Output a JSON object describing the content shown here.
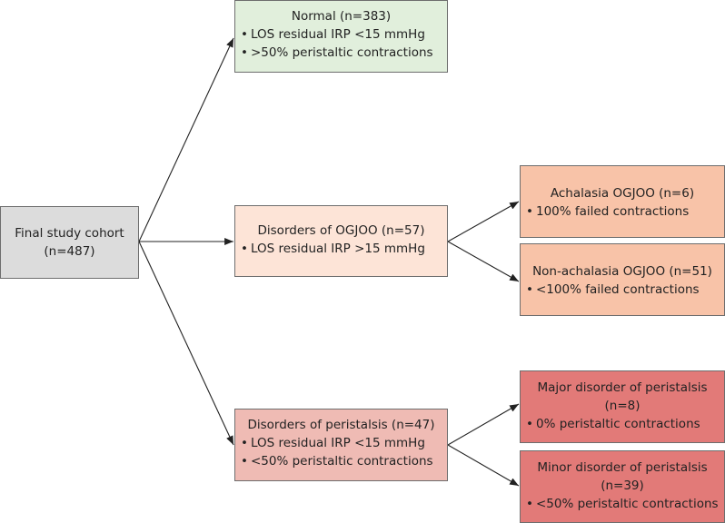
{
  "colors": {
    "grey": "#dcdcdc",
    "green": "#e1efdc",
    "light_peach": "#fde4d7",
    "salmon": "#f8c3a8",
    "pink": "#efbbb4",
    "red": "#e27a78",
    "line": "#222222"
  },
  "nodes": {
    "cohort": {
      "title": "Final study cohort",
      "subtitle": "(n=487)"
    },
    "normal": {
      "title": "Normal (n=383)",
      "bullets": [
        "LOS residual IRP <15 mmHg",
        ">50% peristaltic contractions"
      ]
    },
    "ogjoo": {
      "title": "Disorders of OGJOO (n=57)",
      "bullets": [
        "LOS residual IRP >15 mmHg"
      ]
    },
    "achalasia": {
      "title": "Achalasia OGJOO (n=6)",
      "bullets": [
        "100% failed contractions"
      ]
    },
    "non_achalasia": {
      "title": "Non-achalasia OGJOO (n=51)",
      "bullets": [
        "<100% failed contractions"
      ]
    },
    "peristalsis": {
      "title": "Disorders of peristalsis (n=47)",
      "bullets": [
        "LOS residual IRP <15 mmHg",
        "<50% peristaltic contractions"
      ]
    },
    "major": {
      "title": "Major disorder of peristalsis",
      "subtitle": "(n=8)",
      "bullets": [
        "0% peristaltic contractions"
      ]
    },
    "minor": {
      "title": "Minor disorder of peristalsis",
      "subtitle": "(n=39)",
      "bullets": [
        "<50% peristaltic contractions"
      ]
    }
  }
}
